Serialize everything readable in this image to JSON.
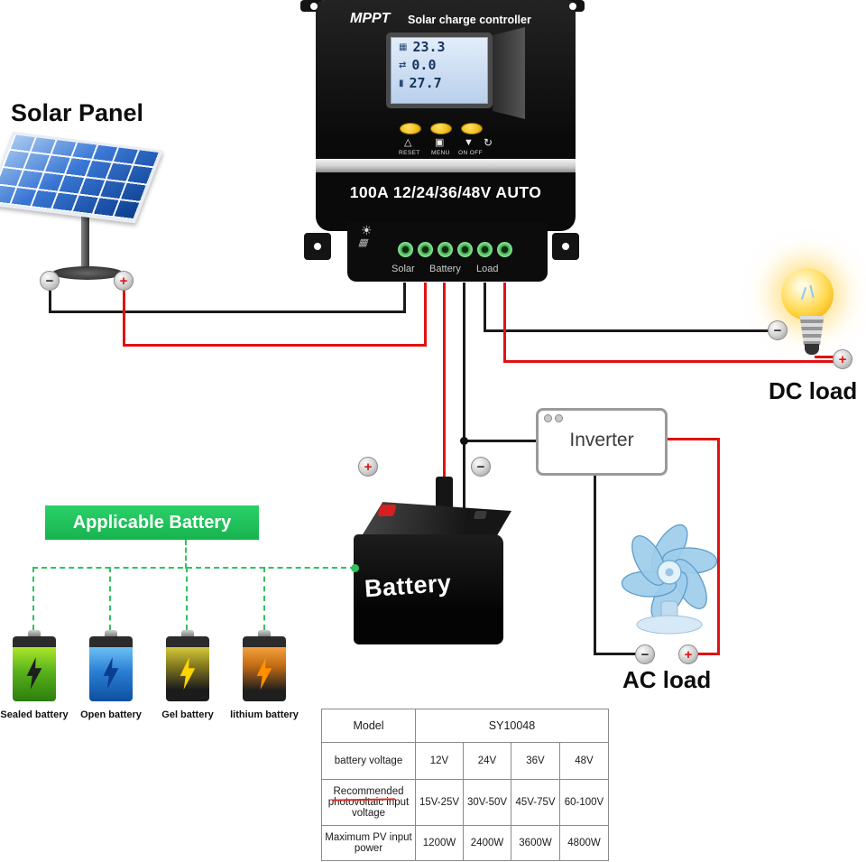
{
  "solar_panel": {
    "label": "Solar Panel"
  },
  "controller": {
    "brand": "MPPT",
    "name": "Solar charge controller",
    "lcd": {
      "pv": "23.3",
      "current": "0.0",
      "battery": "27.7"
    },
    "keys": [
      "RESET",
      "MENU",
      "ON OFF"
    ],
    "rating": "100A 12/24/36/48V AUTO",
    "terminals": [
      "Solar",
      "Battery",
      "Load"
    ]
  },
  "dc_load": {
    "label": "DC load"
  },
  "inverter": {
    "label": "Inverter"
  },
  "battery": {
    "label": "Battery"
  },
  "ac_load": {
    "label": "AC load"
  },
  "applicable": {
    "title": "Applicable Battery",
    "types": [
      {
        "label": "Sealed battery",
        "color": "#58b21a"
      },
      {
        "label": "Open battery",
        "color": "#2a7fd4"
      },
      {
        "label": "Gel battery",
        "color": "#c9b921"
      },
      {
        "label": "lithium battery",
        "color": "#e8821a"
      }
    ]
  },
  "signs": {
    "plus": "+",
    "minus": "−"
  },
  "icons": {
    "sun": "☀",
    "panel_grid": "▦",
    "pv": "▦",
    "flow": "⇄",
    "batt": "▮",
    "reset": "△",
    "menu": "▣",
    "onoff": "▼",
    "return": "↻"
  },
  "colors": {
    "wire_red": "#e01212",
    "wire_black": "#1a1a1a",
    "banner_green": "#22c15f"
  },
  "spec_table": {
    "model_label": "Model",
    "model_value": "SY10048",
    "rows": [
      {
        "label": "battery voltage",
        "values": [
          "12V",
          "24V",
          "36V",
          "48V"
        ]
      },
      {
        "label": "Recommended\nphotovoltaic input\nvoltage",
        "values": [
          "15V-25V",
          "30V-50V",
          "45V-75V",
          "60-100V"
        ]
      },
      {
        "label": "Maximum PV input\npower",
        "values": [
          "1200W",
          "2400W",
          "3600W",
          "4800W"
        ]
      }
    ]
  }
}
